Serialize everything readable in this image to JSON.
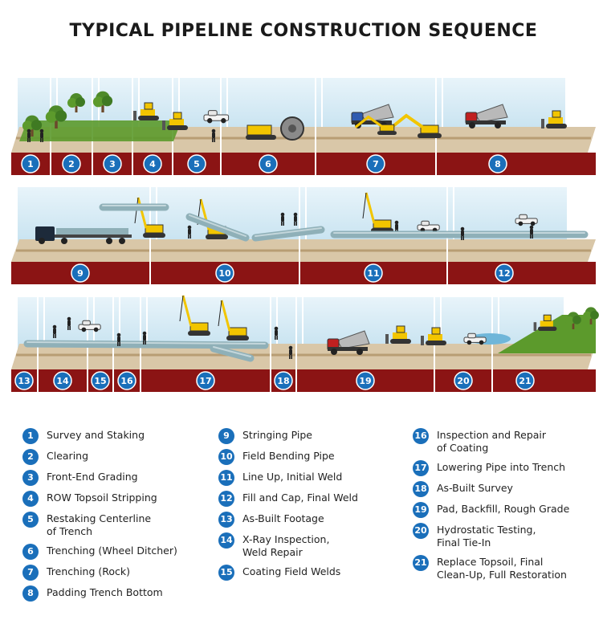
{
  "title": "TYPICAL PIPELINE CONSTRUCTION SEQUENCE",
  "colors": {
    "badge": "#1a6fba",
    "soil_band": "#8b1414",
    "sky": "#d6ecf6",
    "dirt": "#d9c7a8",
    "grass": "#5c9a2c",
    "equipment": "#f2c500",
    "pipe": "#8fb0b8"
  },
  "rows": [
    {
      "step_numbers": [
        "1",
        "2",
        "3",
        "4",
        "5",
        "6",
        "7",
        "8"
      ]
    },
    {
      "step_numbers": [
        "9",
        "10",
        "11",
        "12"
      ]
    },
    {
      "step_numbers": [
        "13",
        "14",
        "15",
        "16",
        "17",
        "18",
        "19",
        "20",
        "21"
      ]
    }
  ],
  "legend": [
    {
      "num": "1",
      "label": "Survey and Staking"
    },
    {
      "num": "2",
      "label": "Clearing"
    },
    {
      "num": "3",
      "label": "Front-End Grading"
    },
    {
      "num": "4",
      "label": "ROW Topsoil Stripping"
    },
    {
      "num": "5",
      "label": "Restaking Centerline\nof Trench"
    },
    {
      "num": "6",
      "label": "Trenching (Wheel Ditcher)"
    },
    {
      "num": "7",
      "label": "Trenching (Rock)"
    },
    {
      "num": "8",
      "label": "Padding Trench Bottom"
    },
    {
      "num": "9",
      "label": "Stringing Pipe"
    },
    {
      "num": "10",
      "label": "Field Bending Pipe"
    },
    {
      "num": "11",
      "label": "Line Up, Initial Weld"
    },
    {
      "num": "12",
      "label": "Fill and Cap, Final Weld"
    },
    {
      "num": "13",
      "label": "As-Built Footage"
    },
    {
      "num": "14",
      "label": "X-Ray Inspection,\nWeld Repair"
    },
    {
      "num": "15",
      "label": "Coating Field Welds"
    },
    {
      "num": "16",
      "label": "Inspection and Repair\nof Coating"
    },
    {
      "num": "17",
      "label": "Lowering Pipe into Trench"
    },
    {
      "num": "18",
      "label": "As-Built Survey"
    },
    {
      "num": "19",
      "label": "Pad, Backfill, Rough Grade"
    },
    {
      "num": "20",
      "label": "Hydrostatic Testing,\nFinal Tie-In"
    },
    {
      "num": "21",
      "label": "Replace Topsoil, Final\nClean-Up, Full Restoration"
    }
  ]
}
